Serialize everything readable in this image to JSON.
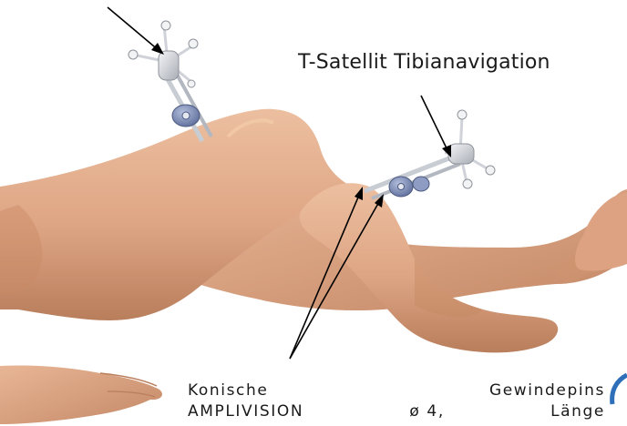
{
  "labels": {
    "tibia_satellite": "T-Satellit Tibianavigation",
    "pins_line1_a": "Konische",
    "pins_line1_b": "Gewindepins",
    "pins_line2_a": "AMPLIVISION",
    "pins_line2_b": "ø 4,",
    "pins_line2_c": "Länge"
  },
  "colors": {
    "skin": "#e3ae8c",
    "skin_shadow": "#b87c5a",
    "metal": "#e2e4e8",
    "clamp": "#7f8fb8",
    "arrow": "#000000"
  }
}
